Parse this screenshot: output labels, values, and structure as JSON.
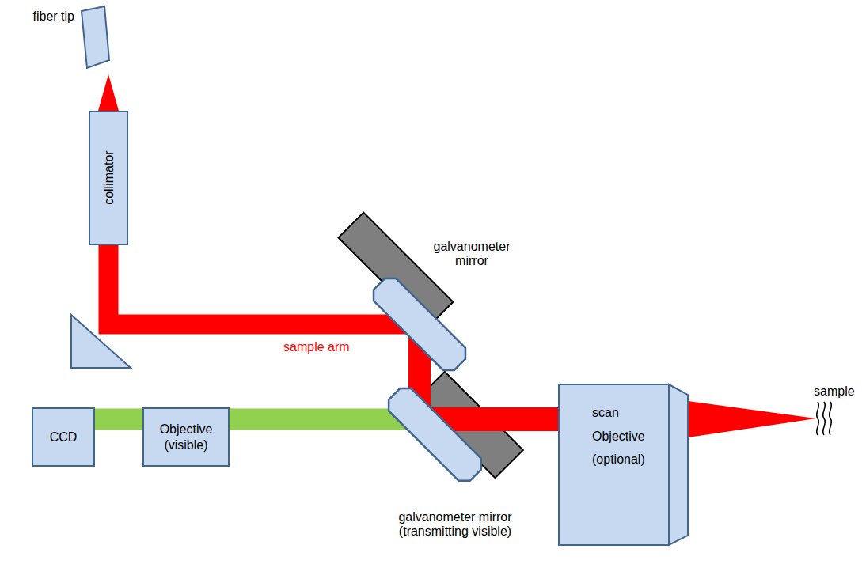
{
  "diagram": {
    "nodes": [
      {
        "text": [
          "fiber tip"
        ]
      },
      {
        "text": [
          "collimator"
        ]
      },
      {
        "text": [
          "galvanometer mirror"
        ]
      },
      {
        "text": [
          "CCD"
        ]
      },
      {
        "text": [
          "Objective (visible)"
        ]
      },
      {
        "text": [
          "galvanometer mirror (transmitting visible)"
        ]
      },
      {
        "text": [
          "scan Objective (optional)"
        ]
      },
      {
        "text": [
          "sample"
        ]
      }
    ],
    "edges": [
      {
        "from": 1,
        "to": 0,
        "arrow": "to"
      },
      {
        "from": 1,
        "to": 2,
        "arrow": "none"
      },
      {
        "from": 2,
        "to": 5,
        "arrow": "none"
      },
      {
        "from": 3,
        "to": 4,
        "arrow": "none"
      },
      {
        "from": 4,
        "to": 5,
        "arrow": "none"
      },
      {
        "from": 5,
        "to": 6,
        "arrow": "none"
      },
      {
        "from": 6,
        "to": 7,
        "arrow": "none"
      }
    ],
    "labels": [
      "sample arm"
    ]
  }
}
